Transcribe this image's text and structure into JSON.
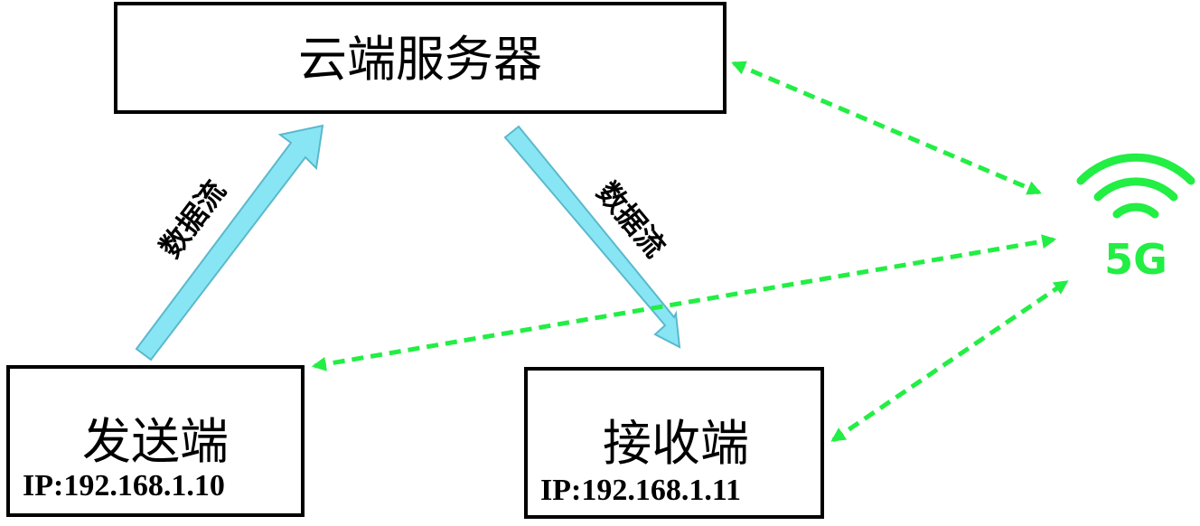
{
  "nodes": {
    "cloud": {
      "label": "云端服务器"
    },
    "sender": {
      "label": "发送端",
      "ip": "IP:192.168.1.10"
    },
    "receiver": {
      "label": "接收端",
      "ip": "IP:192.168.1.11"
    }
  },
  "flows": {
    "upload_label": "数据流",
    "download_label": "数据流"
  },
  "network": {
    "label": "5G",
    "icon": "wifi-signal-icon"
  },
  "colors": {
    "network_green": "#22ee44",
    "flow_fill": "#88e6f4",
    "flow_stroke": "#5ab8cc",
    "box_stroke": "#000000"
  }
}
